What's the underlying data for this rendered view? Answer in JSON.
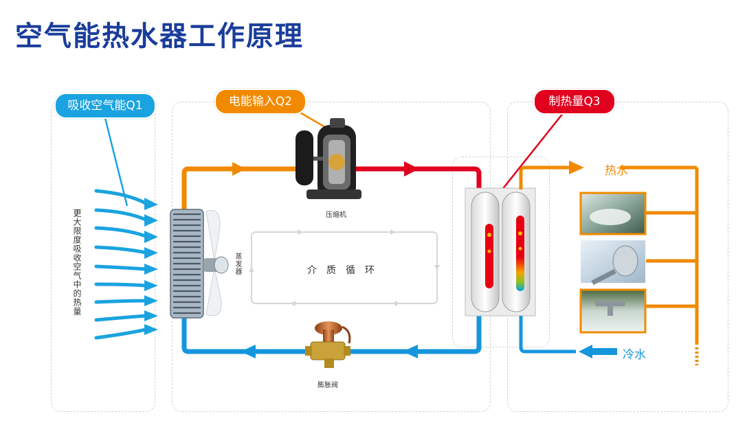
{
  "title": "空气能热水器工作原理",
  "labels": {
    "absorb_air": "吸收空气能Q1",
    "power_input": "电能输入Q2",
    "heat_output": "制热量Q3",
    "side_text": "更大限度吸收空气中的热量",
    "compressor": "压缩机",
    "evaporator": "蒸发器",
    "cycle": "介质循环",
    "expansion_valve": "膨胀阀",
    "hot_water": "热水",
    "cold_water": "冷水"
  },
  "colors": {
    "title_blue": "#1a3d9b",
    "cyan": "#1aa3e0",
    "orange": "#f18a00",
    "red": "#e1001e",
    "blue_pipe": "#1596dc"
  },
  "icons": [
    "compressor-icon",
    "evaporator-coil-icon",
    "fan-icon",
    "water-tank-icon",
    "expansion-valve-icon",
    "bathtub-icon",
    "shower-head-icon",
    "faucet-icon"
  ]
}
